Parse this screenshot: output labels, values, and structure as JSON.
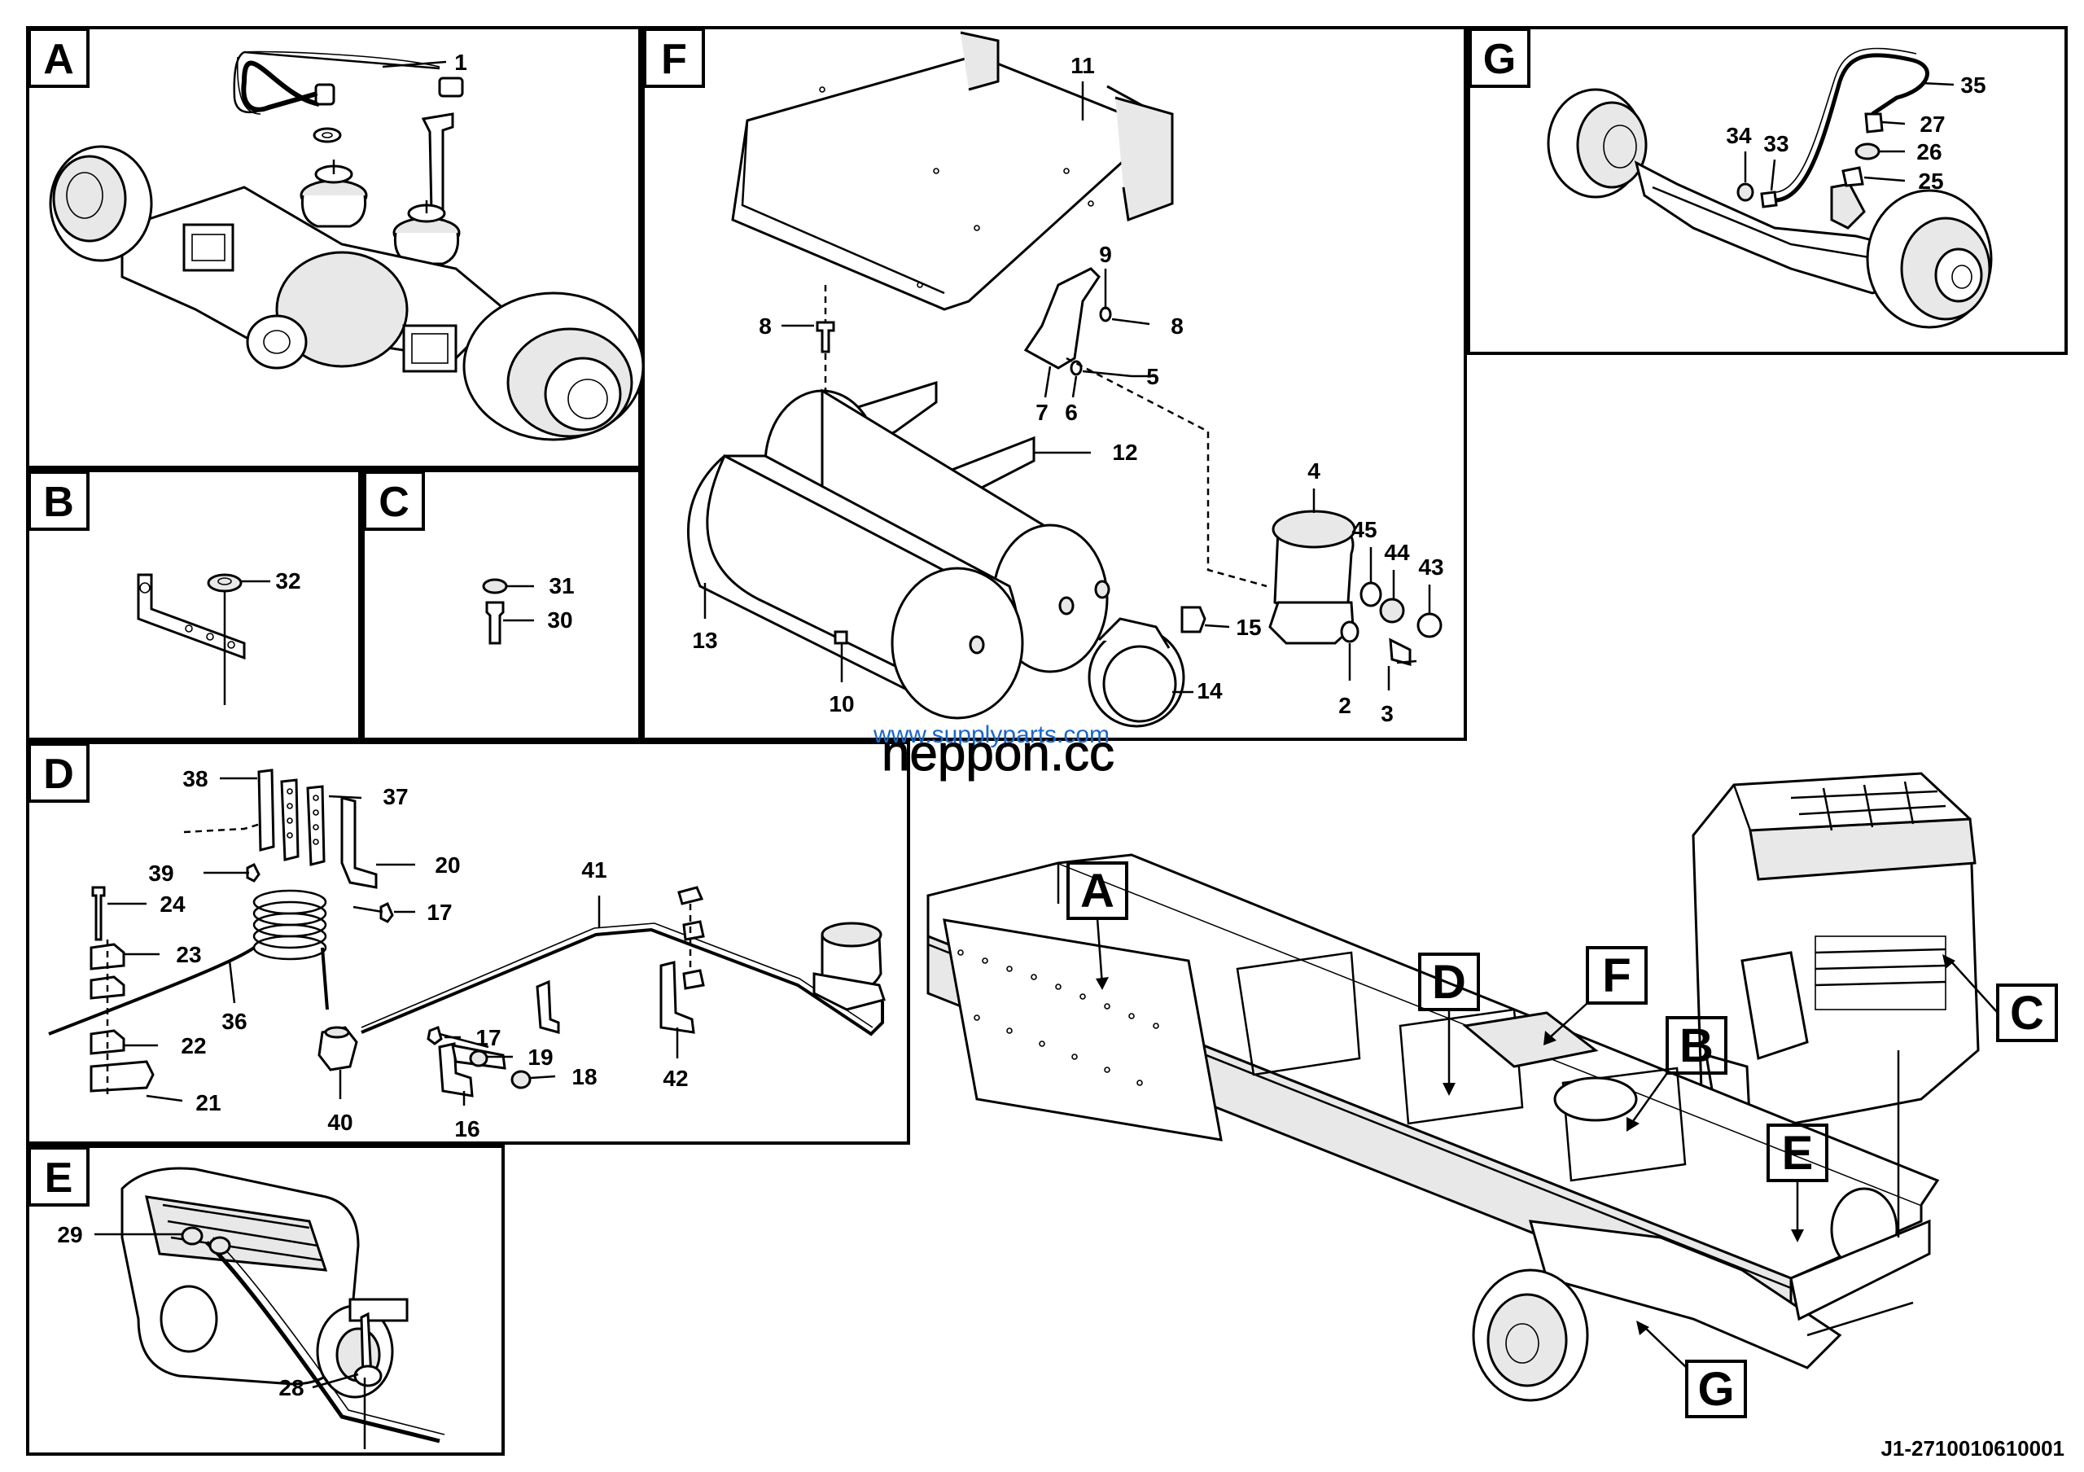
{
  "panels": [
    {
      "letter": "A",
      "parts": [
        "1"
      ]
    },
    {
      "letter": "B",
      "parts": [
        "32"
      ]
    },
    {
      "letter": "C",
      "parts": [
        "31",
        "30"
      ]
    },
    {
      "letter": "D",
      "parts": [
        "38",
        "37",
        "39",
        "20",
        "24",
        "17",
        "41",
        "23",
        "36",
        "22",
        "17",
        "19",
        "18",
        "42",
        "21",
        "40",
        "16"
      ]
    },
    {
      "letter": "E",
      "parts": [
        "29",
        "28"
      ]
    },
    {
      "letter": "F",
      "parts": [
        "11",
        "9",
        "8",
        "8",
        "5",
        "7",
        "6",
        "12",
        "4",
        "45",
        "44",
        "43",
        "13",
        "15",
        "14",
        "10",
        "2",
        "3"
      ]
    },
    {
      "letter": "G",
      "parts": [
        "35",
        "27",
        "34",
        "33",
        "26",
        "25"
      ]
    }
  ],
  "overview_callouts": [
    "A",
    "D",
    "F",
    "B",
    "C",
    "E",
    "G"
  ],
  "drawing_id": "J1-2710010610001",
  "watermark": {
    "url": "www.supplyparts.com",
    "brand": "neppon.cc"
  }
}
